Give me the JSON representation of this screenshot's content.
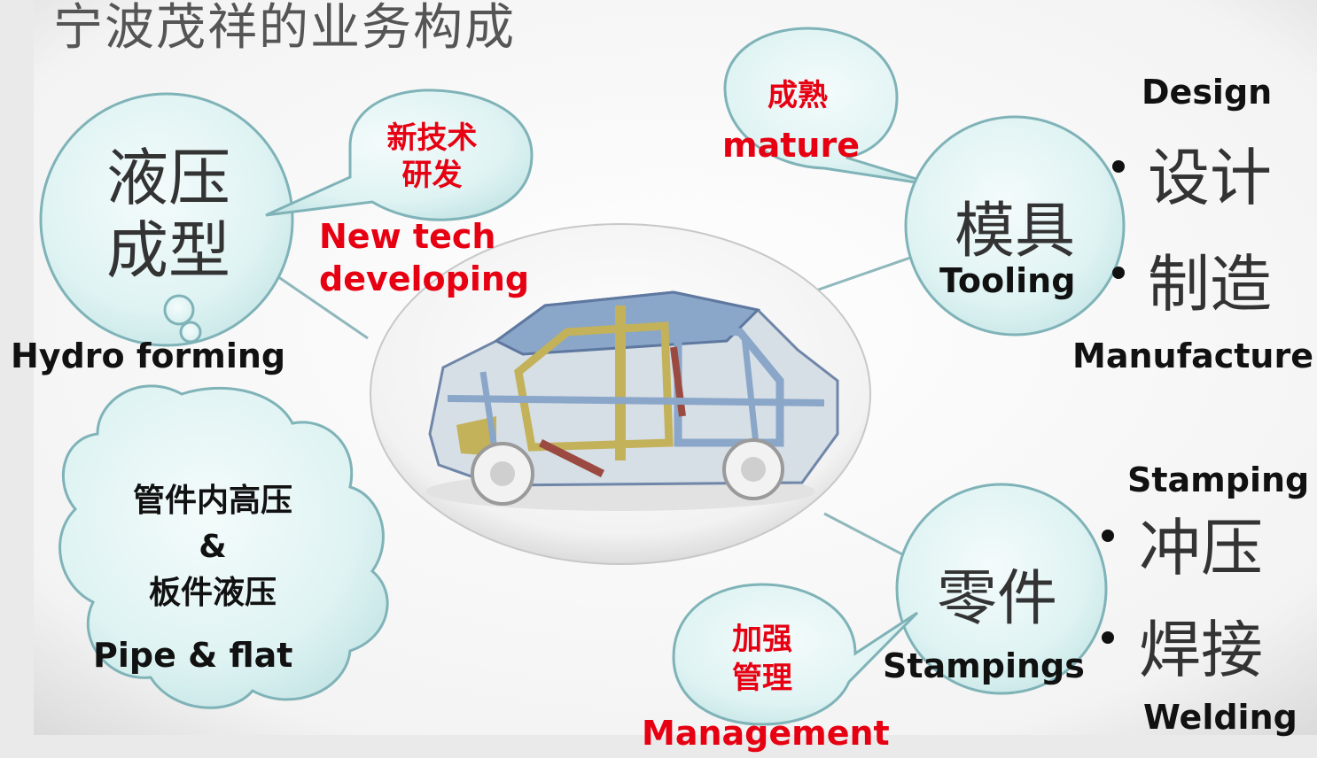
{
  "title": "宁波茂祥的业务构成",
  "nodes": {
    "hydroforming": {
      "cn_line1": "液压",
      "cn_line2": "成型",
      "en": "Hydro forming"
    },
    "tooling": {
      "cn": "模具",
      "en": "Tooling",
      "bullets": [
        {
          "cn": "设计",
          "en": "Design"
        },
        {
          "cn": "制造",
          "en": "Manufacture"
        }
      ]
    },
    "stampings": {
      "cn": "零件",
      "en": "Stampings",
      "bullets": [
        {
          "cn": "冲压",
          "en": "Stamping"
        },
        {
          "cn": "焊接",
          "en": "Welding"
        }
      ]
    }
  },
  "callouts": {
    "new_tech": {
      "cn_line1": "新技术",
      "cn_line2": "研发",
      "en_line1": "New tech",
      "en_line2": "developing"
    },
    "mature": {
      "cn": "成熟",
      "en": "mature"
    },
    "management": {
      "cn_line1": "加强",
      "cn_line2": "管理",
      "en": "Management"
    },
    "pipe_flat": {
      "cn_line1": "管件内高压",
      "cn_line2": "&",
      "cn_line3": "板件液压",
      "en": "Pipe & flat"
    }
  },
  "colors": {
    "bubble_fill": "#dff3f3",
    "bubble_stroke": "#7fb3b8",
    "connector": "#8fb8bc",
    "red_text": "#e60012"
  }
}
